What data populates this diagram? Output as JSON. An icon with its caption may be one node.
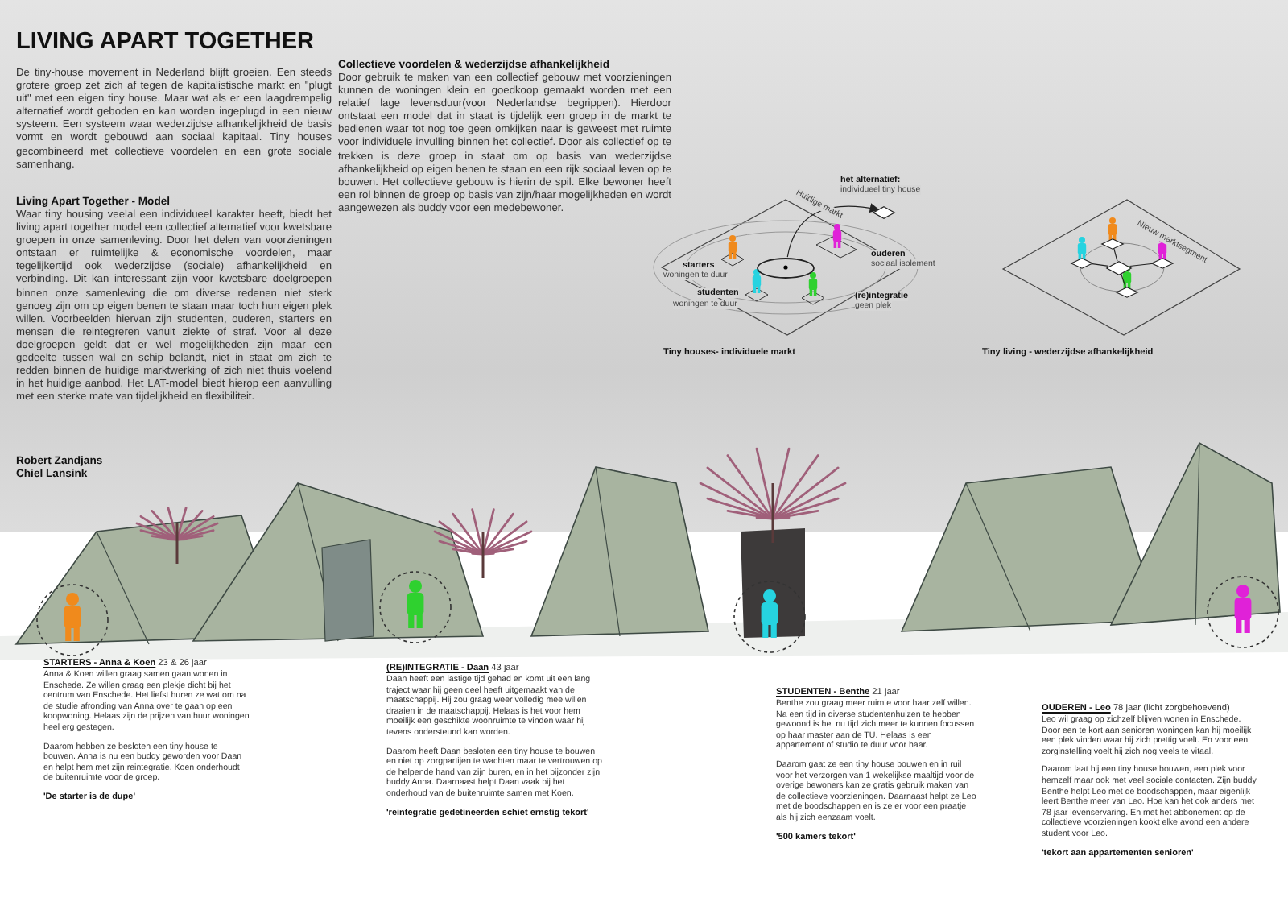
{
  "diagram": {
    "title": "LIVING APART TOGETHER",
    "nodes": [
      {
        "text": [],
        "shape": "circle"
      },
      {
        "text": [],
        "shape": "diamond",
        "beside": [
          "het alternatief:",
          "individueel tiny house"
        ]
      },
      {
        "text": [],
        "shape": "diamond"
      },
      {
        "text": [],
        "shape": "diamond"
      },
      {
        "text": [],
        "shape": "diamond"
      },
      {
        "text": [],
        "shape": "diamond"
      },
      {
        "text": [],
        "shape": "diamond"
      }
    ],
    "edges": [
      {
        "from": 0,
        "to": 1,
        "arrow": "to"
      },
      {
        "from": 2,
        "to": 3,
        "arrow": "none"
      },
      {
        "from": 2,
        "to": 4,
        "arrow": "none"
      },
      {
        "from": 2,
        "to": 5,
        "arrow": "none"
      },
      {
        "from": 2,
        "to": 6,
        "arrow": "none"
      }
    ],
    "labels": [
      "De tiny-house movement in Nederland blijft groeien. Een steeds grotere groep zet zich af tegen de kapitalistische markt en \"plugt uit\" met een eigen tiny house. Maar wat als er een laagdrempelig alternatief wordt geboden en kan worden ingeplugd in een nieuw systeem. Een systeem waar wederzijdse afhankelijkheid de basis vormt en wordt gebouwd aan sociaal kapitaal. Tiny houses gecombineerd met collectieve voordelen en een grote sociale samenhang.",
      "Living Apart Together - Model",
      "Waar tiny housing veelal een individueel karakter heeft, biedt het living apart together model een collectief alternatief voor kwetsbare groepen in onze samenleving. Door het delen van voorzieningen ontstaan er ruimtelijke & economische voordelen, maar tegelijkertijd ook wederzijdse (sociale) afhankelijkheid en verbinding. Dit kan interessant zijn voor kwetsbare doelgroepen binnen onze samenleving die om diverse redenen niet sterk genoeg zijn om op eigen benen te staan maar toch hun eigen plek willen. Voorbeelden hiervan zijn studenten, ouderen, starters en mensen die reintegreren vanuit ziekte of straf. Voor al deze doelgroepen geldt dat er wel mogelijkheden zijn maar een gedeelte tussen wal en schip belandt, niet in staat om zich te redden binnen de huidige marktwerking of zich niet thuis voelend in het huidige aanbod. Het LAT-model biedt hierop een aanvulling met een sterke mate van tijdelijkheid en flexibiliteit.",
      "Robert Zandjans",
      "Chiel Lansink",
      "Collectieve voordelen & wederzijdse afhankelijkheid",
      "Door gebruik te maken van een collectief gebouw met voorzieningen kunnen de woningen klein en goedkoop gemaakt worden met een relatief lage levensduur(voor Nederlandse begrippen). Hierdoor ontstaat een model dat in staat is tijdelijk een groep in de markt te bedienen waar tot nog toe geen omkijken naar is geweest met ruimte voor individuele invulling binnen het collectief. Door als collectief op te trekken is deze groep in staat om op basis van wederzijdse afhankelijkheid op eigen benen te staan en een rijk sociaal leven op te bouwen. Het collectieve gebouw is hierin de spil. Elke bewoner heeft een rol binnen de groep op basis van zijn/haar mogelijkheden en wordt aangewezen als buddy voor een medebewoner.",
      "Huidige markt",
      "starters",
      "woningen te duur",
      "studenten",
      "woningen te duur",
      "ouderen",
      "sociaal isolement",
      "(re)integratie",
      "geen plek",
      "Tiny houses- individuele markt",
      "Nieuw marktsegment",
      "Tiny living - wederzijdse afhankelijkheid",
      "**STARTERS - Anna & Koen** 23 & 26 jaar",
      "Anna & Koen willen graag samen gaan wonen in Enschede. Ze willen graag een plekje dicht bij het centrum van Enschede. Het liefst huren ze wat om na de studie afronding van Anna over te gaan op een koopwoning. Helaas zijn de prijzen van huur woningen heel erg gestegen.",
      "Daarom hebben ze besloten een tiny house te bouwen. Anna is nu een buddy geworden voor Daan en helpt hem met zijn reintegratie, Koen onderhoudt de buitenruimte voor de groep.",
      "'De starter is de dupe'",
      "**(RE)INTEGRATIE - Daan** 43 jaar",
      "Daan heeft een lastige tijd gehad en komt uit een lang traject waar hij geen deel heeft uitgemaakt van de maatschappij. Hij zou graag weer volledig mee willen draaien in de maatschappij. Helaas is het voor hem moeilijk een geschikte woonruimte te vinden waar hij tevens ondersteund kan worden.",
      "Daarom heeft Daan besloten een tiny house te bouwen en niet op zorgpartijen te wachten maar te vertrouwen op de helpende hand van zijn buren, en in het bijzonder zijn buddy Anna. Daarnaast helpt Daan vaak bij het onderhoud van de buitenruimte samen met Koen.",
      "'reintegratie gedetineerden schiet ernstig tekort'",
      "**STUDENTEN - Benthe** 21 jaar",
      "Benthe zou graag meer ruimte voor haar zelf willen. Na een tijd in diverse studentenhuizen te hebben gewoond is het nu tijd zich meer te kunnen focussen op haar master aan de TU. Helaas is een appartement of studio te duur voor haar.",
      "Daarom gaat ze een tiny house bouwen en in ruil voor het verzorgen van 1 wekelijkse maaltijd voor de overige bewoners kan ze gratis gebruik maken van de collectieve voorzieningen. Daarnaast helpt ze Leo met de boodschappen en is ze er voor een praatje als hij zich eenzaam voelt.",
      "'500 kamers tekort'",
      "**OUDEREN - Leo** 78 jaar (licht zorgbehoevend)",
      "Leo wil graag op zichzelf blijven wonen in Enschede. Door een te kort aan senioren woningen kan hij moeilijk een plek vinden waar hij zich prettig voelt. En voor een zorginstelling voelt hij zich nog veels te vitaal.",
      "Daarom laat hij een tiny house bouwen, een plek voor hemzelf maar ook met veel sociale contacten. Zijn buddy Benthe helpt Leo met de boodschappen, maar eigenlijk leert Benthe meer van Leo. Hoe kan het ook anders met 78 jaar levenservaring. En met het abbonement op de collectieve voorzieningen kookt elke avond een andere student voor Leo.",
      "'tekort aan appartementen senioren'"
    ]
  }
}
